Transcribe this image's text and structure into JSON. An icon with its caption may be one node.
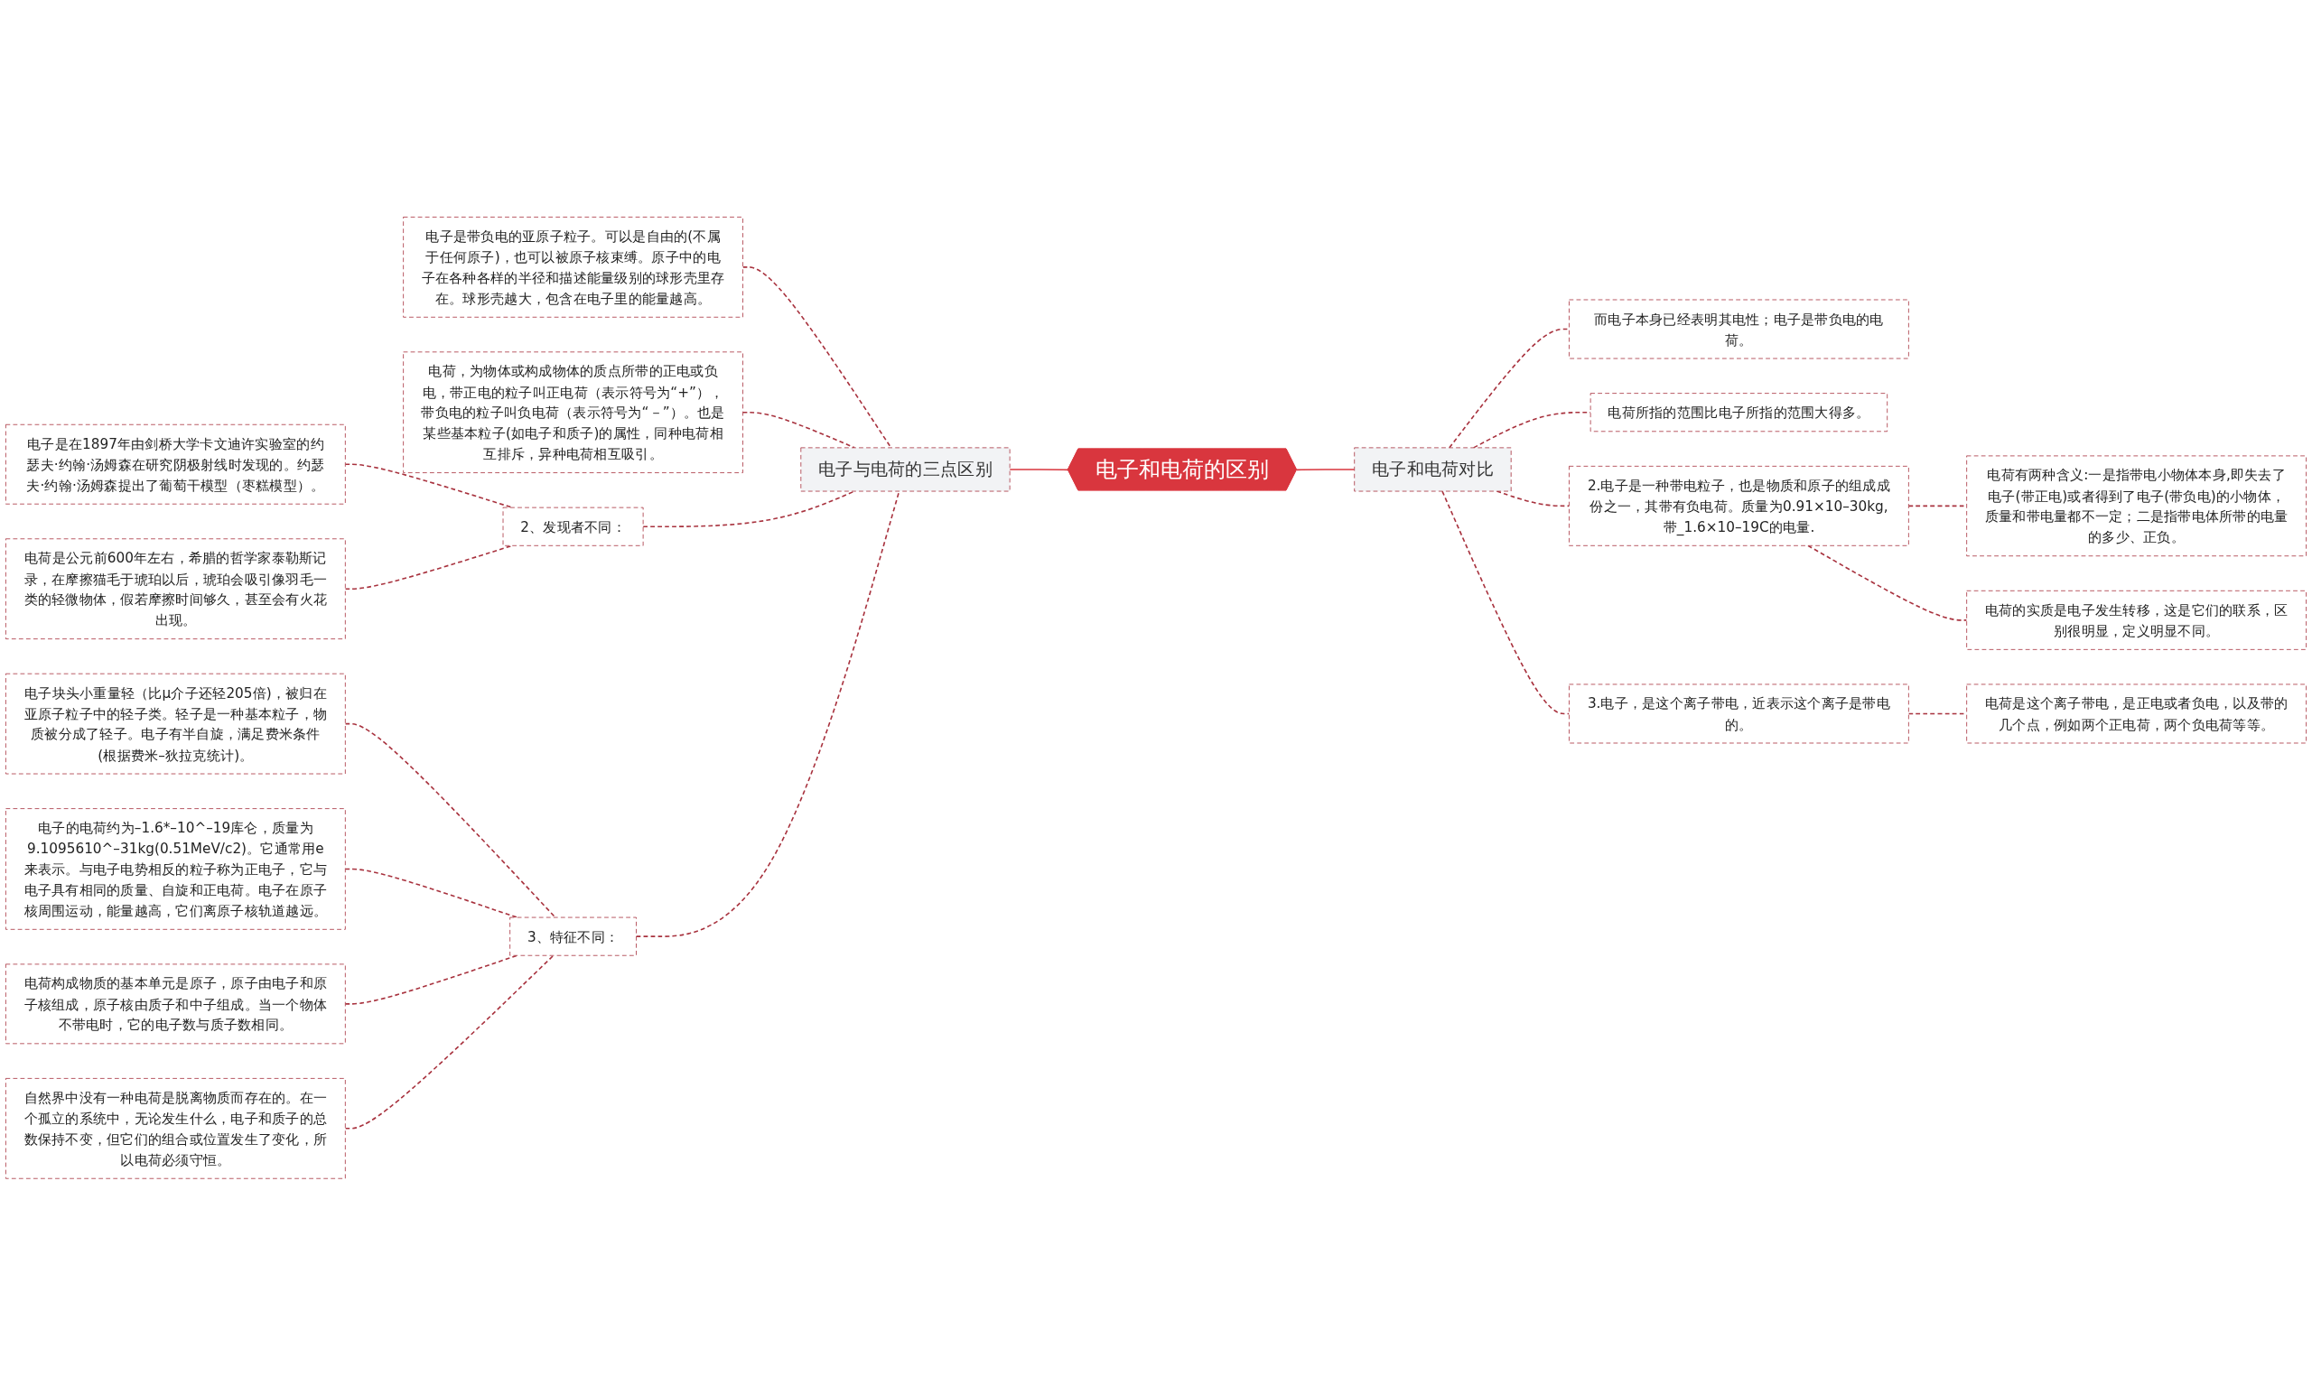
{
  "diagram": {
    "nodes": [
      {
        "text": [
          "电子和电荷的区别"
        ]
      },
      {
        "text": [
          "电子与电荷的三点区别"
        ]
      },
      {
        "text": [
          "电子是带负电的亚原子粒子。可以是自由的(不属于任何原子)，也可以被原子核束缚。原子中的电子在各种各样的半径和描述能量级别的球形壳里存在。球形壳越大，包含在电子里的能量越高。"
        ]
      },
      {
        "text": [
          "电荷，为物体或构成物体的质点所带的正电或负电，带正电的粒子叫正电荷（表示符号为“+”），带负电的粒子叫负电荷（表示符号为“－”）。也是某些基本粒子(如电子和质子)的属性，同种电荷相互排斥，异种电荷相互吸引。"
        ]
      },
      {
        "text": [
          "2、发现者不同："
        ]
      },
      {
        "text": [
          "电子是在1897年由剑桥大学卡文迪许实验室的约瑟夫·约翰·汤姆森在研究阴极射线时发现的。约瑟夫·约翰·汤姆森提出了葡萄干模型（枣糕模型）。"
        ]
      },
      {
        "text": [
          "电荷是公元前600年左右，希腊的哲学家泰勒斯记录，在摩擦猫毛于琥珀以后，琥珀会吸引像羽毛一类的轻微物体，假若摩擦时间够久，甚至会有火花出现。"
        ]
      },
      {
        "text": [
          "3、特征不同："
        ]
      },
      {
        "text": [
          "电子块头小重量轻（比μ介子还轻205倍)，被归在亚原子粒子中的轻子类。轻子是一种基本粒子，物质被分成了轻子。电子有半自旋，满足费米条件(根据费米–狄拉克统计)。"
        ]
      },
      {
        "text": [
          "电子的电荷约为–1.6*–10^–19库仑，质量为9.1095610^–31kg(0.51MeV/c2)。它通常用e来表示。与电子电势相反的粒子称为正电子，它与电子具有相同的质量、自旋和正电荷。电子在原子核周围运动，能量越高，它们离原子核轨道越远。"
        ]
      },
      {
        "text": [
          "电荷构成物质的基本单元是原子，原子由电子和原子核组成，原子核由质子和中子组成。当一个物体不带电时，它的电子数与质子数相同。"
        ]
      },
      {
        "text": [
          "自然界中没有一种电荷是脱离物质而存在的。在一个孤立的系统中，无论发生什么，电子和质子的总数保持不变，但它们的组合或位置发生了变化，所以电荷必须守恒。"
        ]
      },
      {
        "text": [
          "电子和电荷对比"
        ]
      },
      {
        "text": [
          "而电子本身已经表明其电性；电子是带负电的电荷。"
        ]
      },
      {
        "text": [
          "电荷所指的范围比电子所指的范围大得多。"
        ]
      },
      {
        "text": [
          "2.电子是一种带电粒子，也是物质和原子的组成成份之一，其带有负电荷。质量为0.91×10–30kg,带_1.6×10–19C的电量."
        ]
      },
      {
        "text": [
          "电荷有两种含义:一是指带电小物体本身,即失去了电子(带正电)或者得到了电子(带负电)的小物体，质量和带电量都不一定；二是指带电体所带的电量的多少、正负。"
        ]
      },
      {
        "text": [
          "电荷的实质是电子发生转移，这是它们的联系，区别很明显，定义明显不同。"
        ]
      },
      {
        "text": [
          "3.电子，是这个离子带电，近表示这个离子是带电的。"
        ]
      },
      {
        "text": [
          "电荷是这个离子带电，是正电或者负电，以及带的几个点，例如两个正电荷，两个负电荷等等。"
        ]
      }
    ],
    "edges": [
      {
        "from": 0,
        "to": 1,
        "arrow": "none",
        "color": "#d9363e"
      },
      {
        "from": 1,
        "to": 2,
        "arrow": "none",
        "style": "dashed"
      },
      {
        "from": 1,
        "to": 3,
        "arrow": "none",
        "style": "dashed"
      },
      {
        "from": 1,
        "to": 4,
        "arrow": "none",
        "style": "dashed"
      },
      {
        "from": 4,
        "to": 5,
        "arrow": "none",
        "style": "dashed"
      },
      {
        "from": 4,
        "to": 6,
        "arrow": "none",
        "style": "dashed"
      },
      {
        "from": 1,
        "to": 7,
        "arrow": "none",
        "style": "dashed"
      },
      {
        "from": 7,
        "to": 8,
        "arrow": "none",
        "style": "dashed"
      },
      {
        "from": 7,
        "to": 9,
        "arrow": "none",
        "style": "dashed"
      },
      {
        "from": 7,
        "to": 10,
        "arrow": "none",
        "style": "dashed"
      },
      {
        "from": 7,
        "to": 11,
        "arrow": "none",
        "style": "dashed"
      },
      {
        "from": 0,
        "to": 12,
        "arrow": "none",
        "color": "#d9363e"
      },
      {
        "from": 12,
        "to": 13,
        "arrow": "none",
        "style": "dashed"
      },
      {
        "from": 12,
        "to": 14,
        "arrow": "none",
        "style": "dashed"
      },
      {
        "from": 12,
        "to": 15,
        "arrow": "none",
        "style": "dashed"
      },
      {
        "from": 15,
        "to": 16,
        "arrow": "none",
        "style": "dashed"
      },
      {
        "from": 15,
        "to": 17,
        "arrow": "none",
        "style": "dashed"
      },
      {
        "from": 12,
        "to": 18,
        "arrow": "none",
        "style": "dashed"
      },
      {
        "from": 18,
        "to": 19,
        "arrow": "none",
        "style": "dashed"
      }
    ]
  }
}
